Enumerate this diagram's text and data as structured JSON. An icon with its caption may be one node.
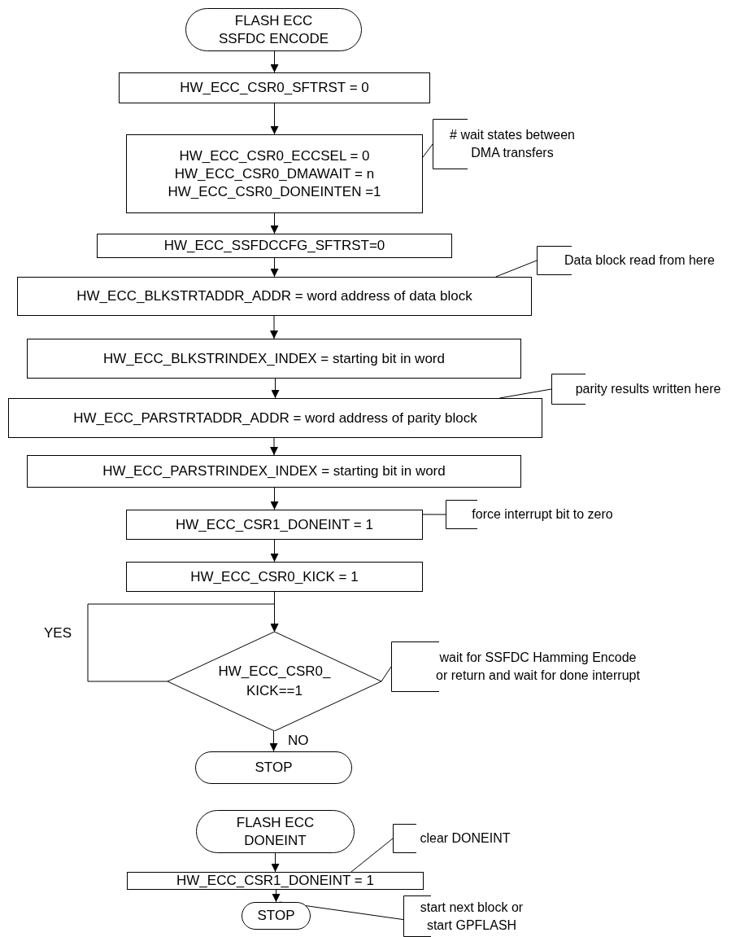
{
  "diagram": {
    "nodes": [
      {
        "text": [
          "FLASH ECC SSFDC ENCODE"
        ]
      },
      {
        "text": [
          "HW_ECC_CSR0_SFTRST = 0"
        ]
      },
      {
        "text": [
          "HW_ECC_CSR0_ECCSEL = 0",
          "HW_ECC_CSR0_DMAWAIT = n",
          "HW_ECC_CSR0_DONEINTEN =1"
        ]
      },
      {
        "text": [
          "# wait states between DMA transfers"
        ]
      },
      {
        "text": [
          "HW_ECC_SSFDCCFG_SFTRST=0"
        ]
      },
      {
        "text": [
          "Data block read from here"
        ]
      },
      {
        "text": [
          "HW_ECC_BLKSTRTADDR_ADDR = word address of data block"
        ]
      },
      {
        "text": [
          "HW_ECC_BLKSTRINDEX_INDEX = starting bit in word"
        ]
      },
      {
        "text": [
          "parity results written here"
        ]
      },
      {
        "text": [
          "HW_ECC_PARSTRTADDR_ADDR = word address of parity block"
        ]
      },
      {
        "text": [
          "HW_ECC_PARSTRINDEX_INDEX = starting bit in word"
        ]
      },
      {
        "text": [
          "HW_ECC_CSR1_DONEINT = 1"
        ]
      },
      {
        "text": [
          "force interrupt bit to zero"
        ]
      },
      {
        "text": [
          "HW_ECC_CSR0_KICK = 1"
        ]
      },
      {
        "text": [
          "HW_ECC_CSR0_ KICK==1"
        ]
      },
      {
        "text": [
          "wait for SSFDC Hamming Encode or return and wait for done interrupt"
        ]
      },
      {
        "text": [
          "STOP"
        ]
      },
      {
        "text": [
          "FLASH ECC DONEINT"
        ]
      },
      {
        "text": [
          "clear DONEINT"
        ]
      },
      {
        "text": [
          "HW_ECC_CSR1_DONEINT = 1"
        ]
      },
      {
        "text": [
          "STOP"
        ]
      },
      {
        "text": [
          "start next block or start GPFLASH"
        ]
      }
    ],
    "edges": [
      {
        "from": 0,
        "to": 1,
        "arrow": "to"
      },
      {
        "from": 1,
        "to": 2,
        "arrow": "to"
      },
      {
        "from": 2,
        "to": 4,
        "arrow": "to"
      },
      {
        "from": 4,
        "to": 6,
        "arrow": "to"
      },
      {
        "from": 6,
        "to": 7,
        "arrow": "to"
      },
      {
        "from": 7,
        "to": 9,
        "arrow": "to"
      },
      {
        "from": 9,
        "to": 10,
        "arrow": "to"
      },
      {
        "from": 10,
        "to": 11,
        "arrow": "to"
      },
      {
        "from": 11,
        "to": 13,
        "arrow": "to"
      },
      {
        "from": 13,
        "to": 14,
        "arrow": "to"
      },
      {
        "from": 14,
        "to": 14,
        "arrow": "to",
        "label": "YES"
      },
      {
        "from": 14,
        "to": 16,
        "arrow": "to",
        "label": "NO"
      },
      {
        "from": 17,
        "to": 19,
        "arrow": "to"
      },
      {
        "from": 19,
        "to": 20,
        "arrow": "to"
      },
      {
        "from": 3,
        "to": 2,
        "arrow": "none"
      },
      {
        "from": 5,
        "to": 6,
        "arrow": "none"
      },
      {
        "from": 8,
        "to": 9,
        "arrow": "none"
      },
      {
        "from": 12,
        "to": 11,
        "arrow": "none"
      },
      {
        "from": 15,
        "to": 14,
        "arrow": "none"
      },
      {
        "from": 18,
        "to": 19,
        "arrow": "none"
      },
      {
        "from": 21,
        "to": 20,
        "arrow": "none"
      }
    ]
  }
}
